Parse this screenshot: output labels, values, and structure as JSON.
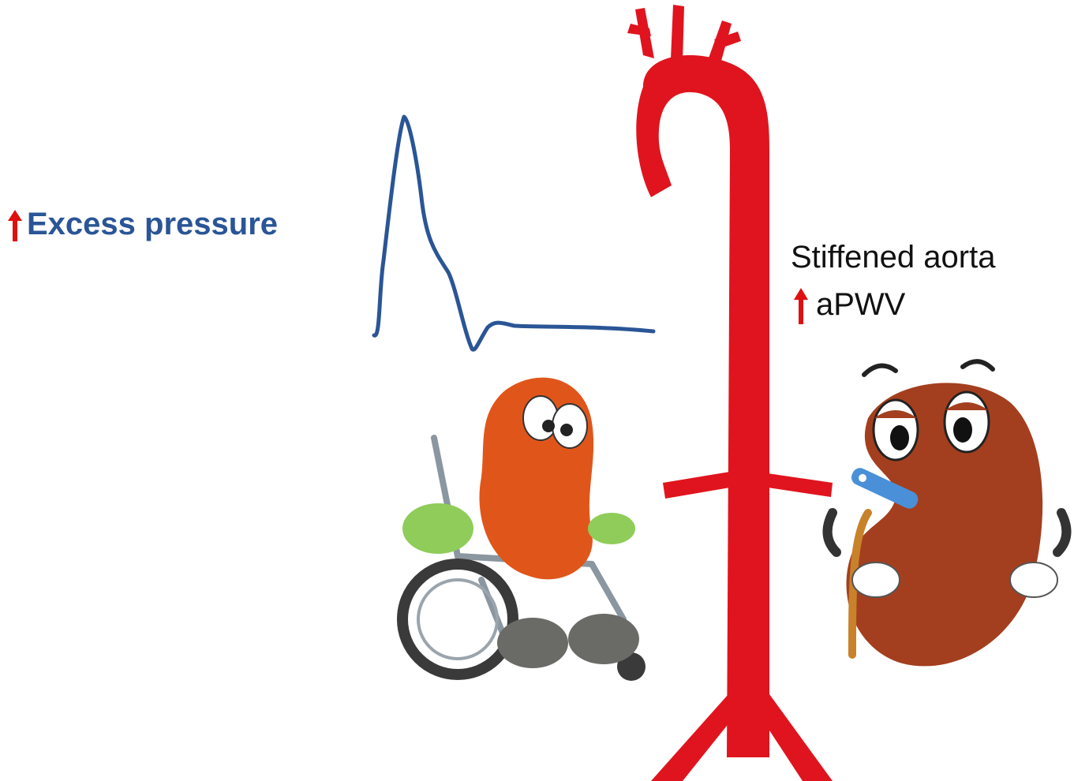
{
  "colors": {
    "accent_text": "#2a5596",
    "arrow_red": "#e01010",
    "aorta_red": "#e0141e",
    "waveform_blue": "#2a5596"
  },
  "labels": {
    "excess_pressure": "Excess pressure",
    "stiffened_aorta": "Stiffened aorta",
    "apwv": "aPWV"
  },
  "icons": {
    "increase_arrow": "up-arrow-icon",
    "kidney_wheelchair": "kidney-in-wheelchair-illustration",
    "kidney_sick": "sick-kidney-with-thermometer-illustration",
    "aorta": "aorta-illustration",
    "waveform": "pressure-waveform"
  }
}
